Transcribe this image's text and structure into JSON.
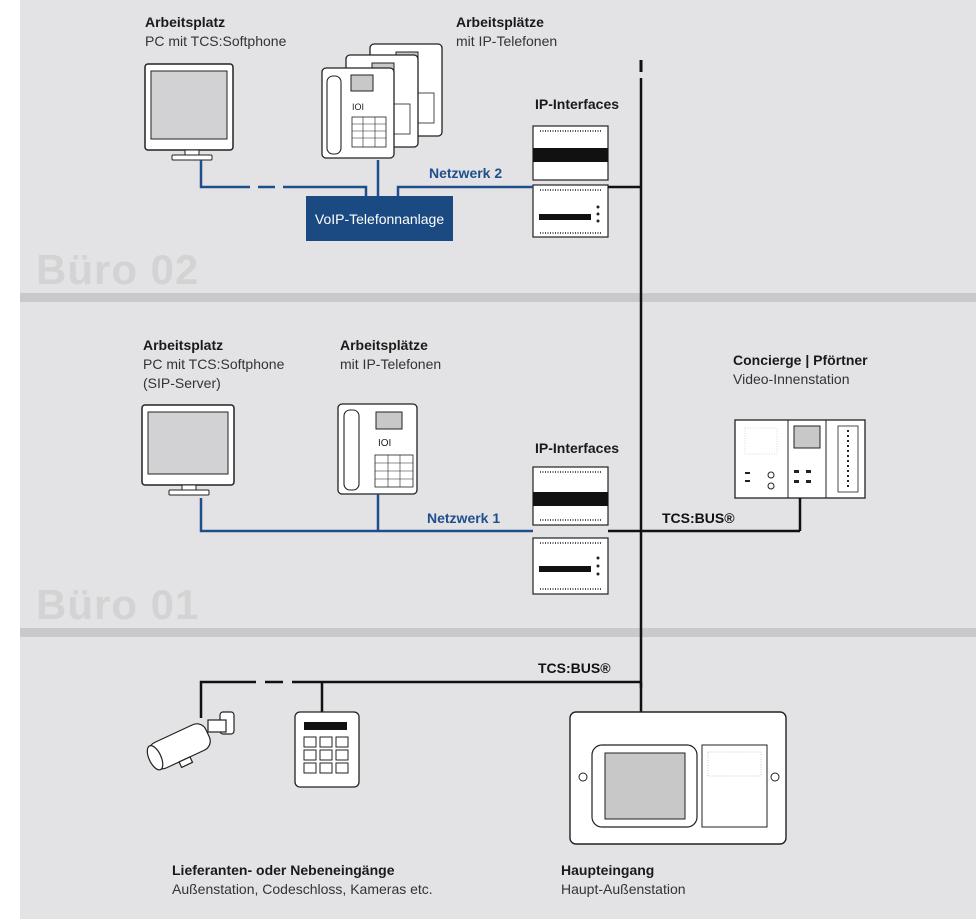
{
  "colors": {
    "band": "#e3e3e5",
    "separator": "#c9c9cb",
    "line": "#111111",
    "network_line": "#1e4f8c",
    "network_label": "#1e4f8c",
    "pbx_fill": "#1b4a82",
    "zone_label": "#d3d3d3"
  },
  "office2": {
    "zone_label": "Büro 02",
    "workstation_pc": {
      "title": "Arbeitsplatz",
      "sub": "PC mit TCS:Softphone"
    },
    "workstations_ip": {
      "title": "Arbeitsplätze",
      "sub": "mit IP-Telefonen"
    },
    "ip_interfaces": "IP-Interfaces",
    "network": "Netzwerk 2",
    "pbx": "VoIP-Telefonnanlage"
  },
  "office1": {
    "zone_label": "Büro 01",
    "workstation_pc": {
      "title": "Arbeitsplatz",
      "sub1": "PC mit TCS:Softphone",
      "sub2": "(SIP-Server)"
    },
    "workstations_ip": {
      "title": "Arbeitsplätze",
      "sub": "mit IP-Telefonen"
    },
    "ip_interfaces": "IP-Interfaces",
    "network": "Netzwerk 1",
    "bus": "TCS:BUS®",
    "concierge": {
      "title": "Concierge | Pförtner",
      "sub": "Video-Innenstation"
    }
  },
  "ground": {
    "bus": "TCS:BUS®",
    "side_entrances": {
      "title": "Lieferanten- oder Nebeneingänge",
      "sub": "Außenstation, Codeschloss, Kameras etc."
    },
    "main_entrance": {
      "title": "Haupteingang",
      "sub": "Haupt-Außenstation"
    }
  }
}
